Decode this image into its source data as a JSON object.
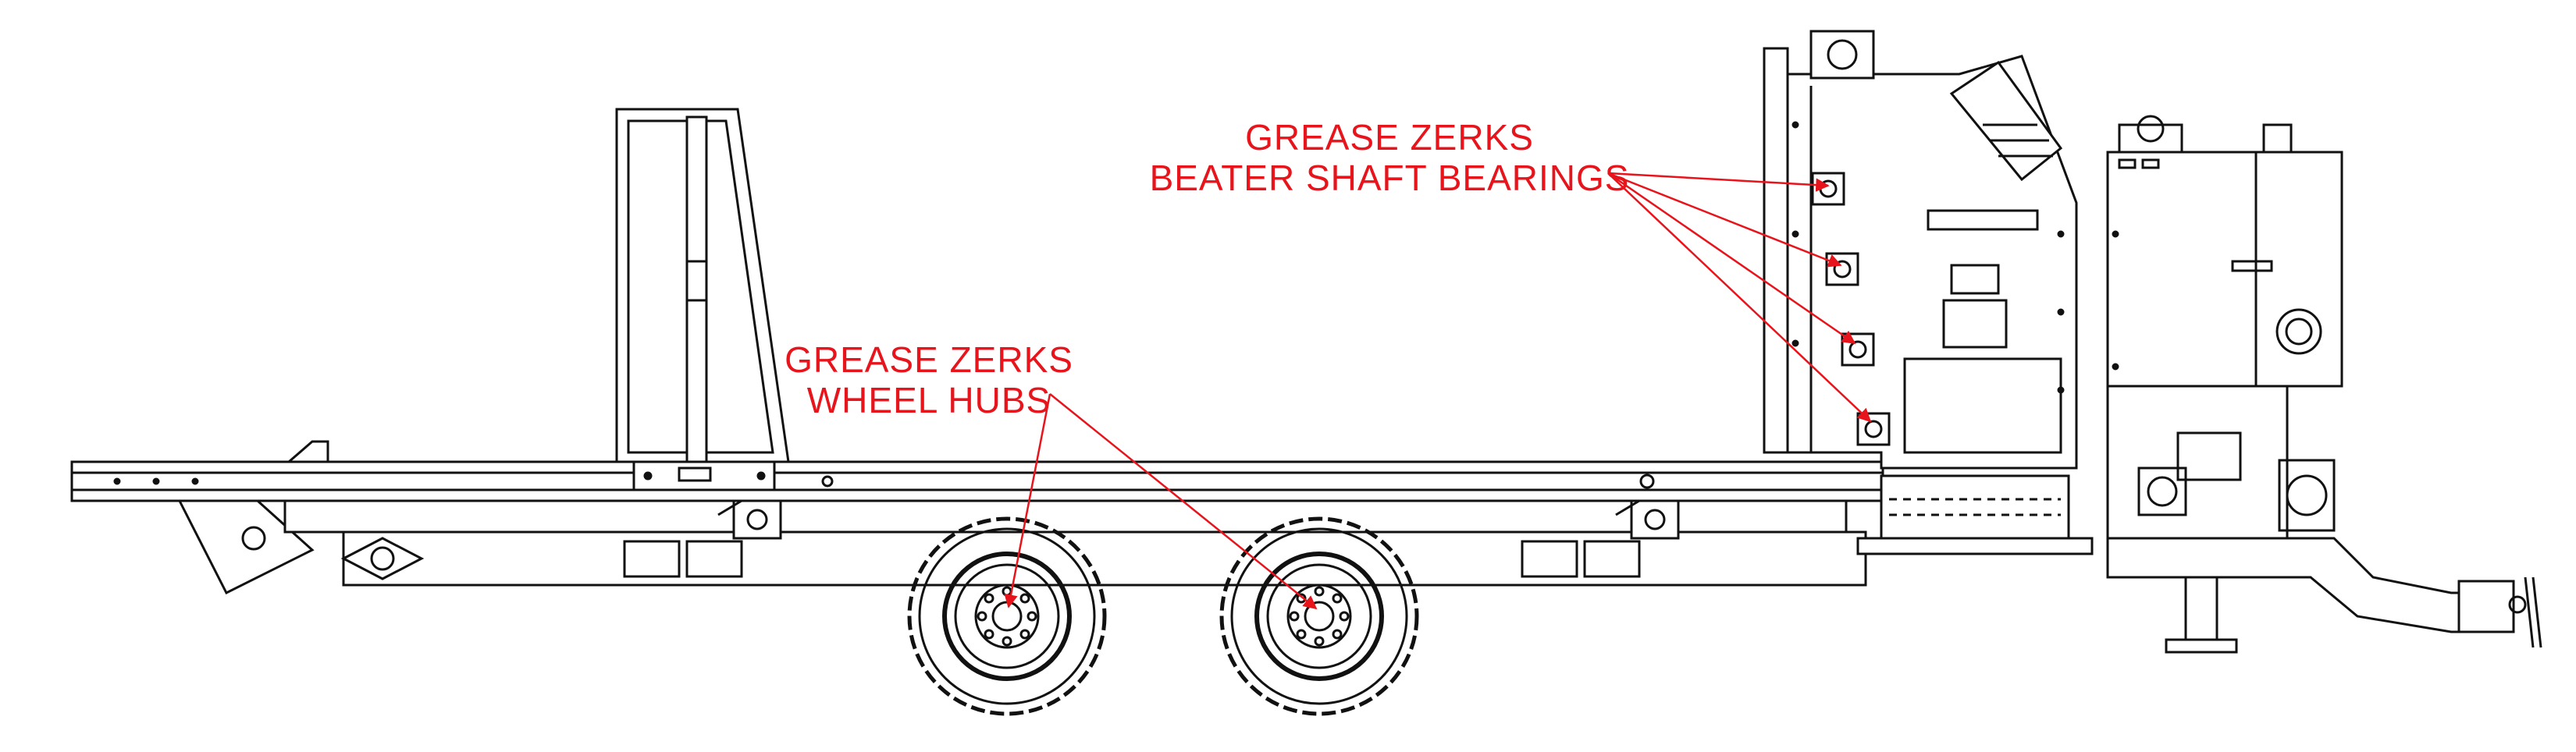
{
  "callouts": {
    "bearings": {
      "line1": "GREASE ZERKS",
      "line2": "BEATER SHAFT BEARINGS"
    },
    "hubs": {
      "line1": "GREASE ZERKS",
      "line2": "WHEEL HUBS"
    }
  },
  "colors": {
    "callout": "#e8141c",
    "linework": "#111111",
    "background": "#ffffff"
  }
}
